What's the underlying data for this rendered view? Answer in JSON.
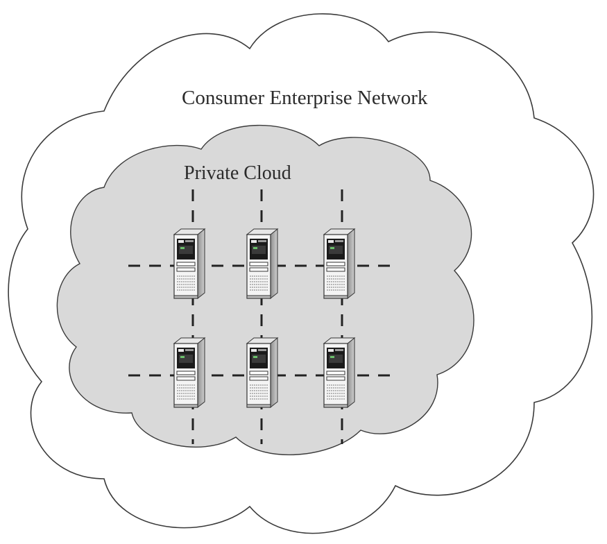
{
  "outer_cloud": {
    "label": "Consumer Enterprise Network",
    "fill": "#ffffff",
    "stroke": "#3a3a3a"
  },
  "private_cloud": {
    "label": "Private Cloud",
    "fill": "#d9d9d9",
    "stroke": "#3a3a3a"
  },
  "servers": {
    "rows": 2,
    "columns": 3,
    "count": 6,
    "icon": "server-tower-icon"
  },
  "network_links": {
    "style": "dashed",
    "color": "#222222"
  }
}
